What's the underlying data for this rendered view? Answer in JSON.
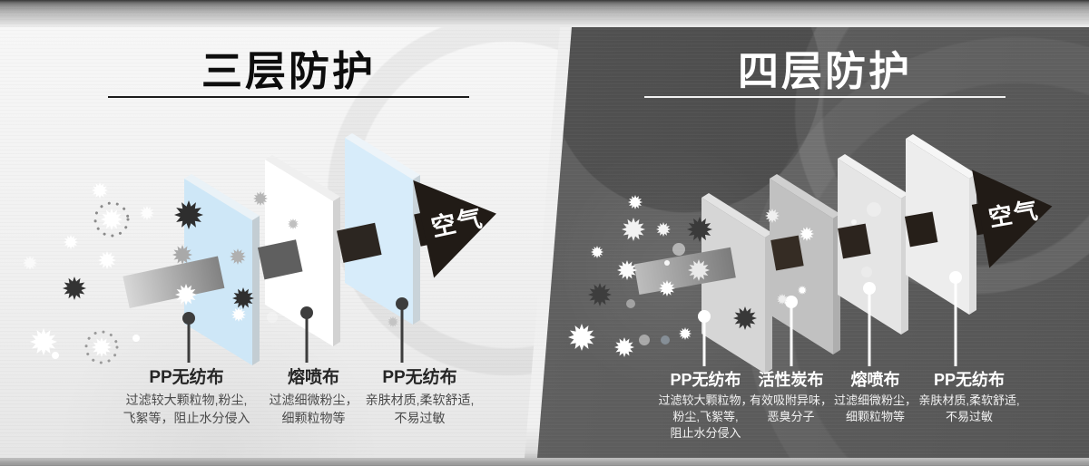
{
  "left_panel": {
    "title": "三层防护",
    "air_label": "空气",
    "layers": [
      {
        "name": "PP无纺布",
        "desc": "过滤较大颗粒物,粉尘,\n飞絮等，阻止水分侵入"
      },
      {
        "name": "熔喷布",
        "desc": "过滤细微粉尘，\n细颗粒物等"
      },
      {
        "name": "PP无纺布",
        "desc": "亲肤材质,柔软舒适,\n不易过敏"
      }
    ]
  },
  "right_panel": {
    "title": "四层防护",
    "air_label": "空气",
    "layers": [
      {
        "name": "PP无纺布",
        "desc": "过滤较大颗粒物，\n粉尘,飞絮等,\n阻止水分侵入"
      },
      {
        "name": "活性炭布",
        "desc": "有效吸附异味，\n恶臭分子"
      },
      {
        "name": "熔喷布",
        "desc": "过滤细微粉尘，\n细颗粒物等"
      },
      {
        "name": "PP无纺布",
        "desc": "亲肤材质,柔软舒适,\n不易过敏"
      }
    ]
  },
  "colors": {
    "left_panel_bg": "#f2f2f2",
    "right_panel_bg": "#5a5a5a",
    "sheet_blue": "#cee7f7",
    "sheet_white": "#ffffff",
    "sheet_gray": "#d6d6d6",
    "sheet_carbon": "#c1c1c1",
    "arrow_dark": "#211b16",
    "title_dark": "#0d0d0d",
    "title_light": "#ffffff"
  }
}
